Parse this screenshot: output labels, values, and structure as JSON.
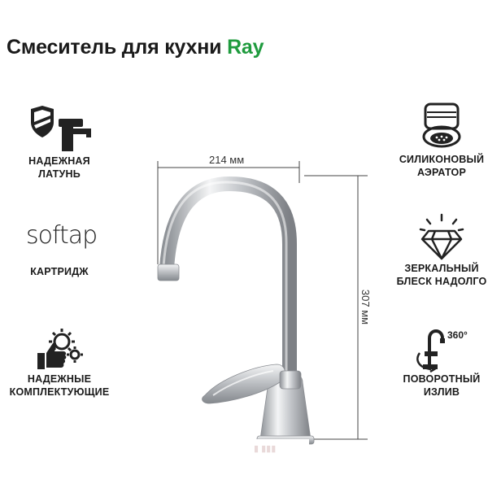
{
  "title": {
    "main": "Смеситель для кухни",
    "accent": "Ray"
  },
  "dimensions": {
    "width_label": "214 мм",
    "height_label": "307 мм"
  },
  "features_left": [
    {
      "icon": "brass-faucet-shield-icon",
      "line1": "НАДЕЖНАЯ",
      "line2": "ЛАТУНЬ"
    },
    {
      "icon": "softap-logo",
      "logo_text": "softap",
      "line1": "КАРТРИДЖ",
      "line2": ""
    },
    {
      "icon": "gears-thumbs-up-icon",
      "line1": "НАДЕЖНЫЕ",
      "line2": "КОМПЛЕКТУЮЩИЕ"
    }
  ],
  "features_right": [
    {
      "icon": "aerator-icon",
      "line1": "СИЛИКОНОВЫЙ",
      "line2": "АЭРАТОР"
    },
    {
      "icon": "diamond-icon",
      "line1": "ЗЕРКАЛЬНЫЙ",
      "line2": "БЛЕСК НАДОЛГО"
    },
    {
      "icon": "swivel-spout-icon",
      "badge": "360°",
      "line1": "ПОВОРОТНЫЙ",
      "line2": "ИЗЛИВ"
    }
  ],
  "colors": {
    "accent": "#1f9b3e",
    "text": "#1a1a1a",
    "chrome": "#c9ccd0"
  }
}
